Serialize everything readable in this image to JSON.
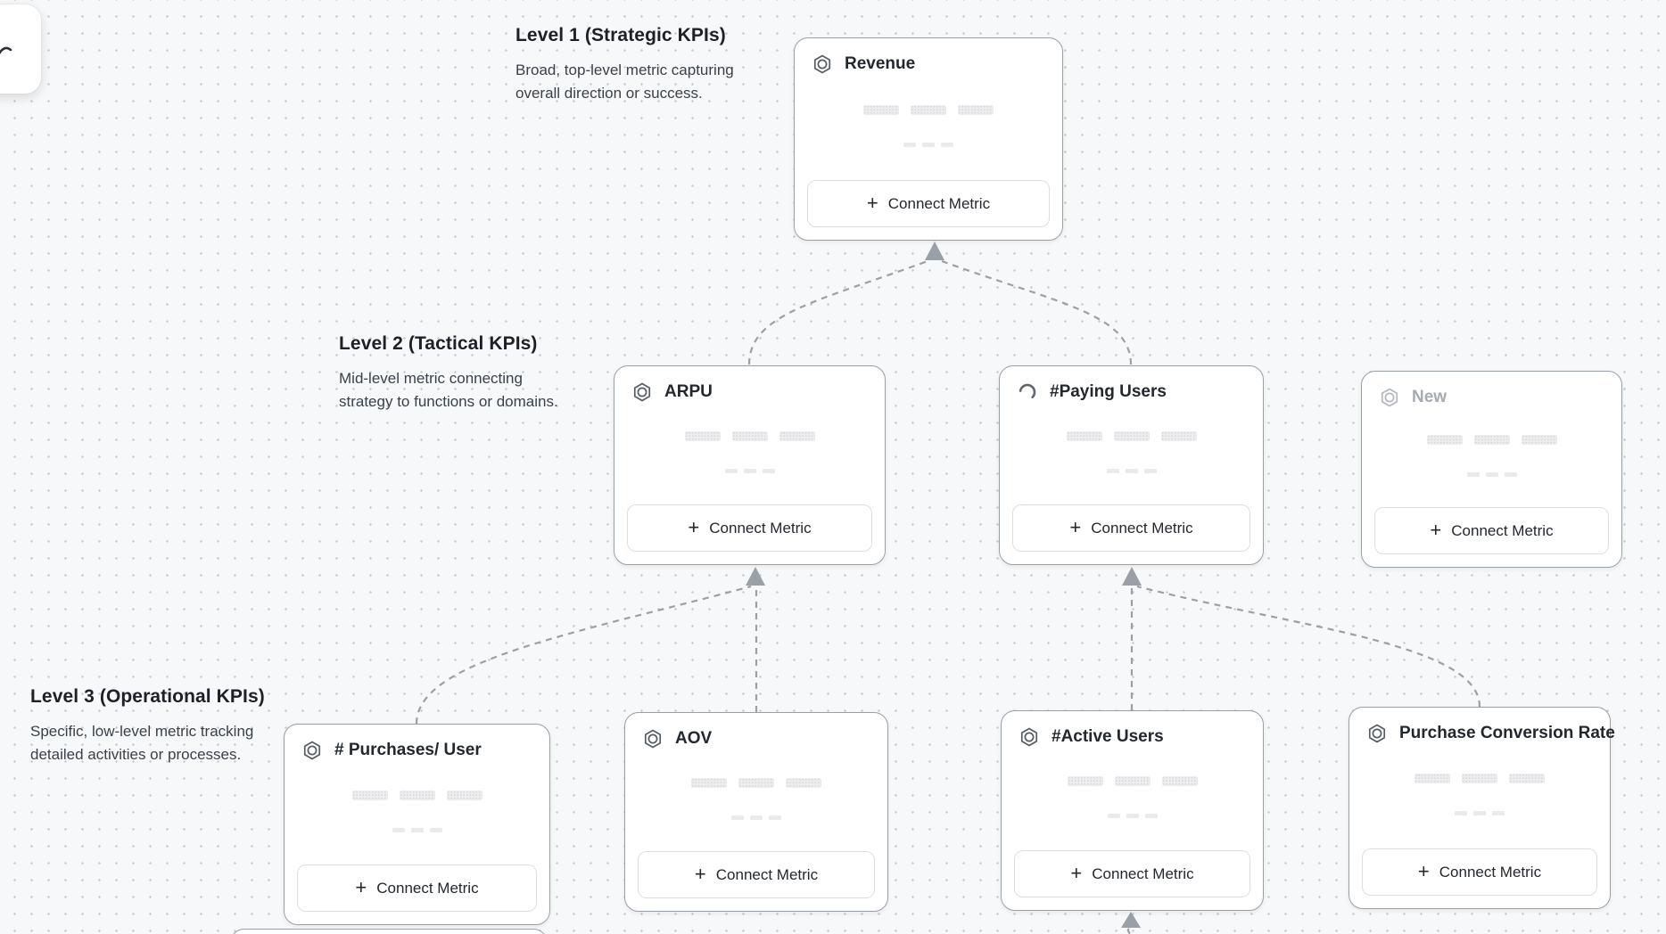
{
  "icons": {
    "plus": "+"
  },
  "colors": {
    "card_border": "#9aa0a8",
    "edge": "#9ba0a7",
    "dot_grid": "#c9cbcf"
  },
  "sections": [
    {
      "title": "Level 1 (Strategic KPIs)",
      "description_lines": [
        "Broad, top-level metric capturing",
        "overall direction or success."
      ]
    },
    {
      "title": "Level 2 (Tactical KPIs)",
      "description_lines": [
        "Mid-level metric connecting",
        "strategy to functions or domains."
      ]
    },
    {
      "title": "Level 3 (Operational KPIs)",
      "description_lines": [
        "Specific, low-level metric tracking",
        "detailed activities or processes."
      ]
    }
  ],
  "cards": [
    {
      "title": "Revenue",
      "icon": "metric-hexagon-icon",
      "state": "default",
      "button_label": "Connect Metric"
    },
    {
      "title": "ARPU",
      "icon": "metric-hexagon-icon",
      "state": "default",
      "button_label": "Connect Metric"
    },
    {
      "title": "#Paying Users",
      "icon": "spinner-icon",
      "state": "loading",
      "button_label": "Connect Metric"
    },
    {
      "title": "New",
      "icon": "metric-hexagon-icon",
      "state": "ghost",
      "button_label": "Connect Metric"
    },
    {
      "title": "# Purchases/ User",
      "icon": "metric-hexagon-icon",
      "state": "default",
      "button_label": "Connect Metric"
    },
    {
      "title": "AOV",
      "icon": "metric-hexagon-icon",
      "state": "default",
      "button_label": "Connect Metric"
    },
    {
      "title": "#Active Users",
      "icon": "metric-hexagon-icon",
      "state": "default",
      "button_label": "Connect Metric"
    },
    {
      "title": "Purchase Conversion Rate",
      "icon": "metric-hexagon-icon",
      "state": "default",
      "button_label": "Connect Metric"
    }
  ]
}
